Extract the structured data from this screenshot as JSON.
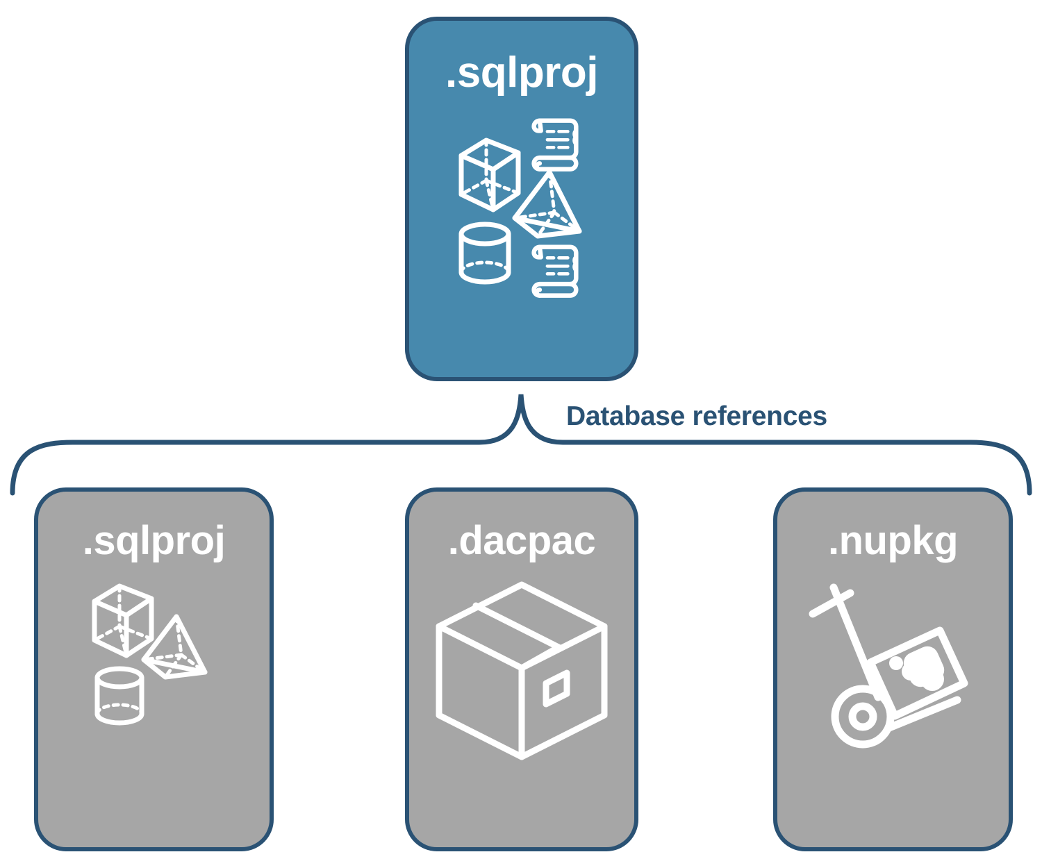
{
  "diagram": {
    "title": ".sqlproj database references diagram",
    "colors": {
      "root_fill": "#4789ad",
      "child_fill": "#a6a6a6",
      "stroke": "#2a5274",
      "icon": "#ffffff",
      "background": "#ffffff"
    },
    "root": {
      "label": ".sqlproj",
      "icons": [
        "cube-wireframe-icon",
        "pyramid-wireframe-icon",
        "cylinder-wireframe-icon",
        "scroll-icon",
        "scroll-icon"
      ]
    },
    "connector": {
      "type": "curly-brace",
      "label": "Database references",
      "direction": "one-to-many"
    },
    "children": [
      {
        "label": ".sqlproj",
        "icons": [
          "cube-wireframe-icon",
          "pyramid-wireframe-icon",
          "cylinder-wireframe-icon"
        ]
      },
      {
        "label": ".dacpac",
        "icons": [
          "shipping-box-icon"
        ]
      },
      {
        "label": ".nupkg",
        "icons": [
          "hand-truck-icon",
          "package-icon"
        ]
      }
    ]
  }
}
